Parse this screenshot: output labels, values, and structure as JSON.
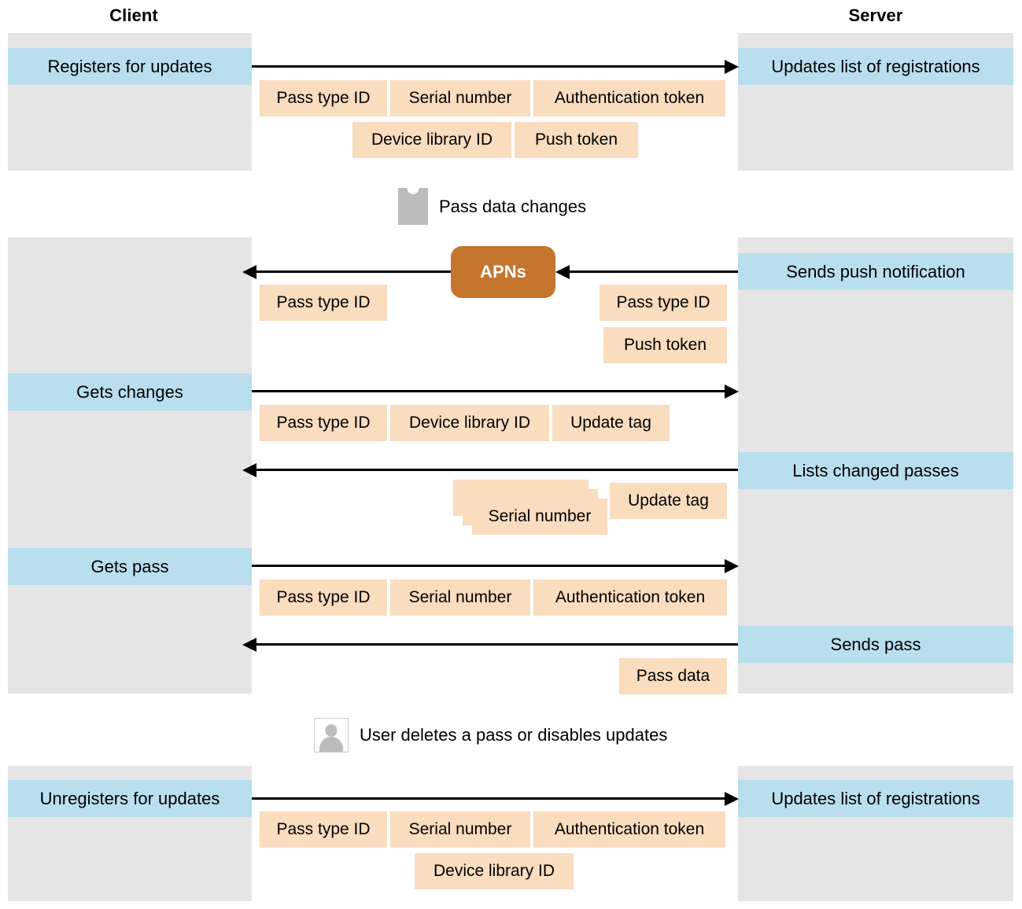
{
  "columns": {
    "client": "Client",
    "server": "Server"
  },
  "apns": {
    "label": "APNs"
  },
  "events": [
    {
      "icon": "pass-icon",
      "label": "Pass data changes"
    },
    {
      "icon": "user-icon",
      "label": "User deletes a pass or disables updates"
    }
  ],
  "sections": [
    {
      "name": "registration",
      "client_action": "Registers for updates",
      "server_action": "Updates list of registrations",
      "payload_rows": [
        [
          "Pass type ID",
          "Serial number",
          "Authentication token"
        ],
        [
          "Device library ID",
          "Push token"
        ]
      ]
    },
    {
      "name": "push-notification",
      "client_action": "",
      "server_action": "Sends push notification",
      "client_payload": [
        "Pass type ID"
      ],
      "server_payload": [
        "Pass type ID",
        "Push token"
      ]
    },
    {
      "name": "get-changes",
      "client_action": "Gets changes",
      "payload_rows": [
        [
          "Pass type ID",
          "Device library ID",
          "Update tag"
        ]
      ]
    },
    {
      "name": "list-changed-passes",
      "server_action": "Lists changed passes",
      "stacked_payload": "Serial number",
      "payload_rows": [
        [
          "Update tag"
        ]
      ]
    },
    {
      "name": "get-pass",
      "client_action": "Gets pass",
      "payload_rows": [
        [
          "Pass type ID",
          "Serial number",
          "Authentication token"
        ]
      ]
    },
    {
      "name": "send-pass",
      "server_action": "Sends pass",
      "payload_rows": [
        [
          "Pass data"
        ]
      ]
    },
    {
      "name": "unregistration",
      "client_action": "Unregisters for updates",
      "server_action": "Updates list of registrations",
      "payload_rows": [
        [
          "Pass type ID",
          "Serial number",
          "Authentication token"
        ],
        [
          "Device library ID"
        ]
      ]
    }
  ],
  "colors": {
    "lane": "#e5e5e6",
    "band": "#b9dfee",
    "chip": "#fadcbe",
    "apns": "#c4762f",
    "arrow": "#000000",
    "icon_gray": "#bcbcbc"
  }
}
